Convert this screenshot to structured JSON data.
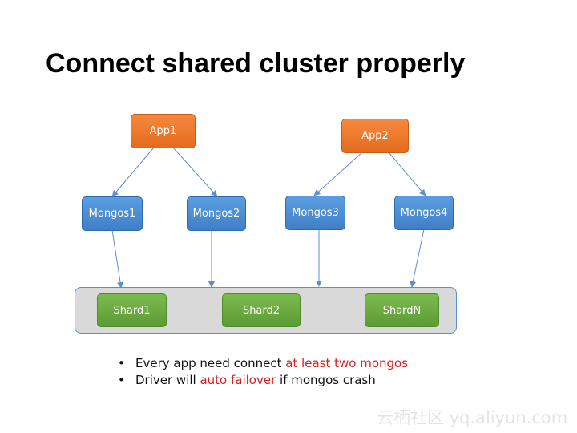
{
  "title": "Connect shared cluster properly",
  "apps": [
    {
      "label": "App1"
    },
    {
      "label": "App2"
    }
  ],
  "mongos": [
    {
      "label": "Mongos1"
    },
    {
      "label": "Mongos2"
    },
    {
      "label": "Mongos3"
    },
    {
      "label": "Mongos4"
    }
  ],
  "shards": [
    {
      "label": "Shard1"
    },
    {
      "label": "Shard2"
    },
    {
      "label": "ShardN"
    }
  ],
  "notes": [
    {
      "bullet": "•",
      "before": "Every app need connect ",
      "highlight": "at least two mongos",
      "after": ""
    },
    {
      "bullet": "•",
      "before": "Driver will ",
      "highlight": "auto failover",
      "after": " if mongos crash"
    }
  ],
  "watermark": "云栖社区 yq.aliyun.com",
  "colors": {
    "app": "#f07b2c",
    "mongos": "#4a8fd8",
    "shard": "#6aab42",
    "cluster_bg": "#d9d9d9",
    "cluster_border": "#5b8fd1",
    "highlight": "#d42020",
    "connector": "#5b8fd1"
  }
}
